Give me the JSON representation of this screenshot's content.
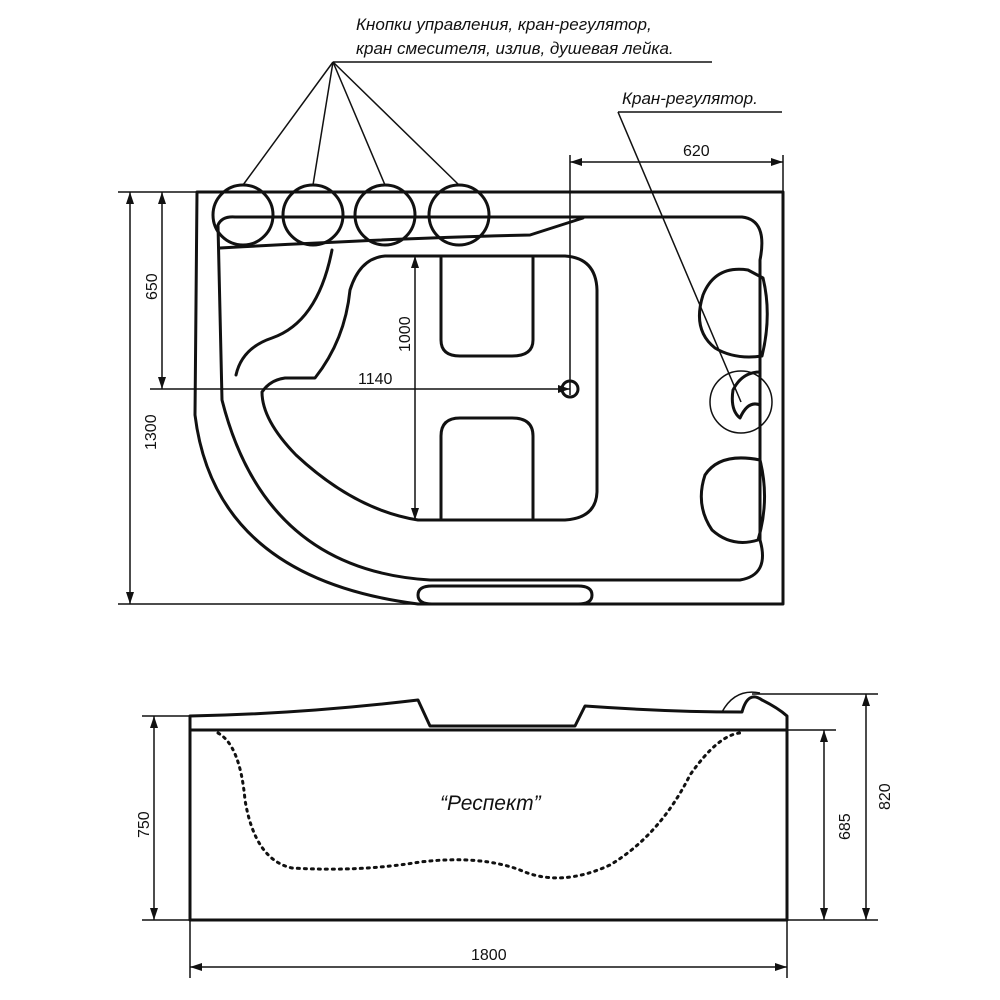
{
  "annotations": {
    "controls_line1": "Кнопки управления, кран-регулятор,",
    "controls_line2": "кран смесителя, излив, душевая лейка.",
    "valve": "Кран-регулятор."
  },
  "model_name": "“Респект”",
  "dimensions": {
    "top_width_right": "620",
    "height_650": "650",
    "height_1300": "1300",
    "inner_1000": "1000",
    "inner_1140": "1140",
    "side_750": "750",
    "side_685": "685",
    "side_820": "820",
    "total_length": "1800"
  },
  "colors": {
    "line": "#111111",
    "background": "#ffffff"
  }
}
